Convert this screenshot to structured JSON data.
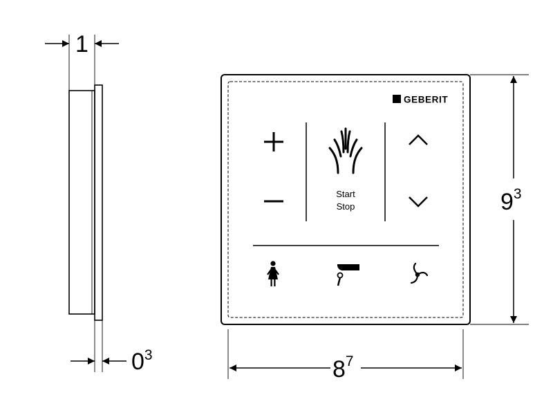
{
  "brand": {
    "name": "GEBERIT"
  },
  "panel": {
    "start_label": "Start",
    "stop_label": "Stop"
  },
  "icons": {
    "plus": "plus-icon",
    "minus": "minus-icon",
    "up": "chevron-up-icon",
    "down": "chevron-down-icon",
    "water_jet": "water-jet-icon",
    "lady_shower": "lady-shower-icon",
    "dryer": "dryer-icon",
    "fan": "fan-icon"
  },
  "dimensions": {
    "side_thickness": {
      "main": "1",
      "sup": ""
    },
    "side_offset": {
      "main": "0",
      "sup": "3"
    },
    "height": {
      "main": "9",
      "sup": "3"
    },
    "width": {
      "main": "8",
      "sup": "7"
    }
  },
  "colors": {
    "line": "#000000",
    "background": "#ffffff"
  }
}
